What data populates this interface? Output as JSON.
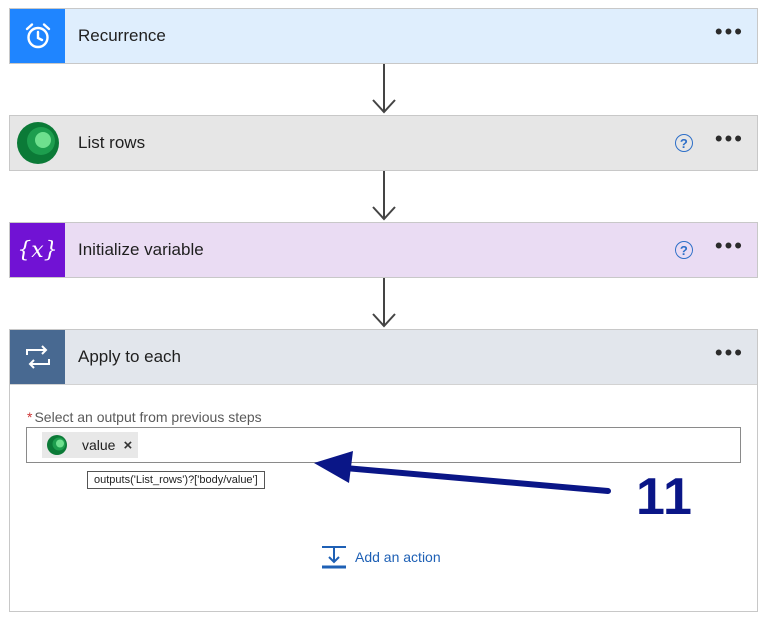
{
  "flow": {
    "recurrence": {
      "title": "Recurrence",
      "more": "•••"
    },
    "list_rows": {
      "title": "List rows",
      "help": "?",
      "more": "•••"
    },
    "initialize_variable": {
      "title": "Initialize variable",
      "icon_text": "{x}",
      "help": "?",
      "more": "•••"
    },
    "apply_to_each": {
      "title": "Apply to each",
      "more": "•••",
      "field_label": "Select an output from previous steps",
      "required_mark": "*",
      "token_label": "value",
      "token_close": "×",
      "tooltip": "outputs('List_rows')?['body/value']",
      "add_action_label": "Add an action"
    }
  },
  "annotation": {
    "number": "11",
    "color": "#0a1687"
  },
  "colors": {
    "recurrence_header": "#dfeefd",
    "recurrence_icon": "#1f85ff",
    "list_rows_header": "#e6e6e6",
    "init_var_header": "#eadcf3",
    "init_var_icon": "#7112d4",
    "apply_header": "#e2e6ec",
    "apply_icon": "#486991",
    "link_blue": "#1e60b5"
  },
  "icons": {
    "recurrence": "alarm-clock-icon",
    "list_rows": "dataverse-icon",
    "initialize_variable": "variable-icon",
    "apply_to_each": "loop-icon",
    "help": "help-circle-icon",
    "more": "ellipsis-icon",
    "add_action": "add-action-icon"
  }
}
